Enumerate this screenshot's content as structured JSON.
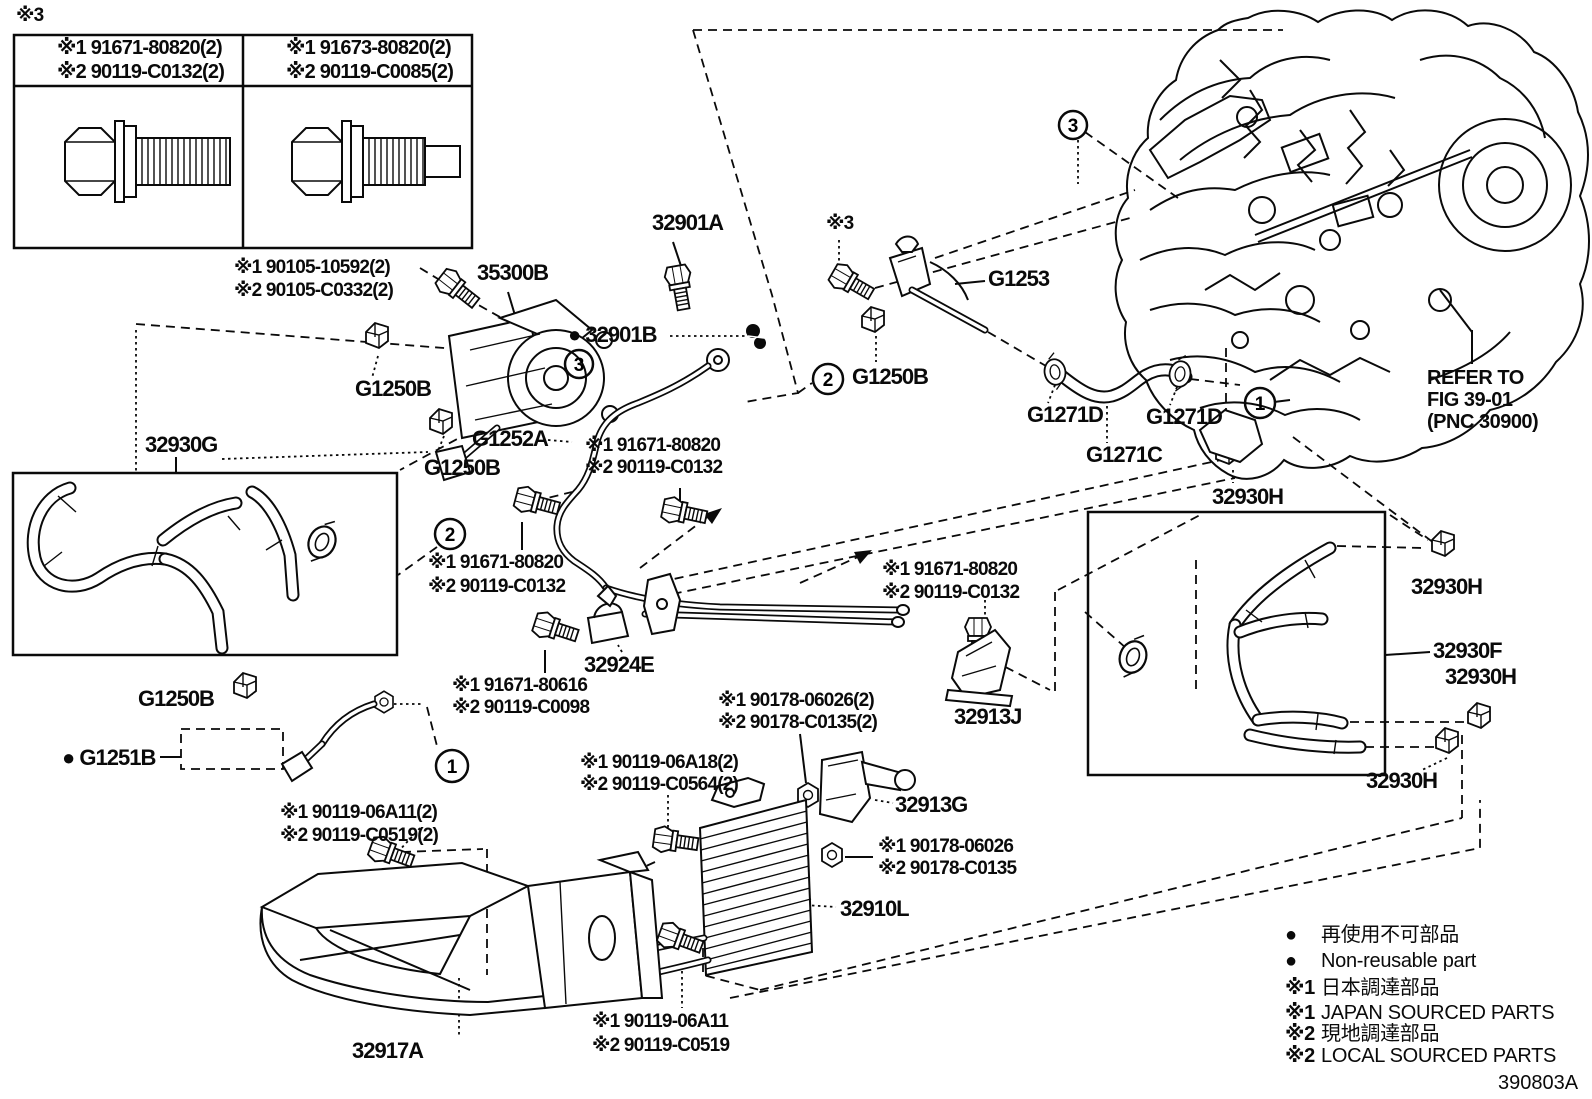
{
  "figure": {
    "code": "390803A"
  },
  "symbols": {
    "nonreusable": "●",
    "ref3": "※3"
  },
  "inset_box": {
    "left": [
      "※1 91671-80820(2)",
      "※2 90119-C0132(2)"
    ],
    "right": [
      "※1 91673-80820(2)",
      "※2 90119-C0085(2)"
    ]
  },
  "parts": {
    "p35300b": "35300B",
    "p32901a": "32901A",
    "p32901b": "32901B",
    "g1253": "G1253",
    "g1250b": "G1250B",
    "p32930g": "32930G",
    "g1252a": "G1252A",
    "p32924e": "32924E",
    "p32930h": "32930H",
    "p32913j": "32913J",
    "p32913g": "32913G",
    "p32910l": "32910L",
    "p32917a": "32917A",
    "g1251b": "G1251B",
    "p32930f": "32930F",
    "g1271d": "G1271D",
    "g1271c": "G1271C"
  },
  "notes": {
    "n90105_1": "※1 90105-10592(2)",
    "n90105_2": "※2 90105-C0332(2)",
    "n91671_80820": "※1 91671-80820",
    "n90119_c0132": "※2 90119-C0132",
    "n91671_80616": "※1 91671-80616",
    "n90119_c0098": "※2 90119-C0098",
    "n90178_06026_2": "※1 90178-06026(2)",
    "n90178_c0135_2": "※2 90178-C0135(2)",
    "n90178_06026": "※1 90178-06026",
    "n90178_c0135": "※2 90178-C0135",
    "n90119_06a18": "※1 90119-06A18(2)",
    "n90119_c0564": "※2 90119-C0564(2)",
    "n90119_06a11_2": "※1 90119-06A11(2)",
    "n90119_c0519_2": "※2 90119-C0519(2)",
    "n90119_06a11": "※1 90119-06A11",
    "n90119_c0519": "※2 90119-C0519"
  },
  "refer": {
    "l1": "REFER TO",
    "l2": "FIG 39-01",
    "l3": "(PNC 30900)"
  },
  "legend": {
    "rows": [
      {
        "m": "●",
        "t": "再使用不可部品"
      },
      {
        "m": "●",
        "t": "Non-reusable part"
      },
      {
        "m": "※1",
        "t": "日本調達部品"
      },
      {
        "m": "※1",
        "t": "JAPAN SOURCED PARTS"
      },
      {
        "m": "※2",
        "t": "現地調達部品"
      },
      {
        "m": "※2",
        "t": "LOCAL SOURCED PARTS"
      }
    ]
  },
  "callouts": {
    "c1": "1",
    "c2": "2",
    "c3": "3"
  }
}
